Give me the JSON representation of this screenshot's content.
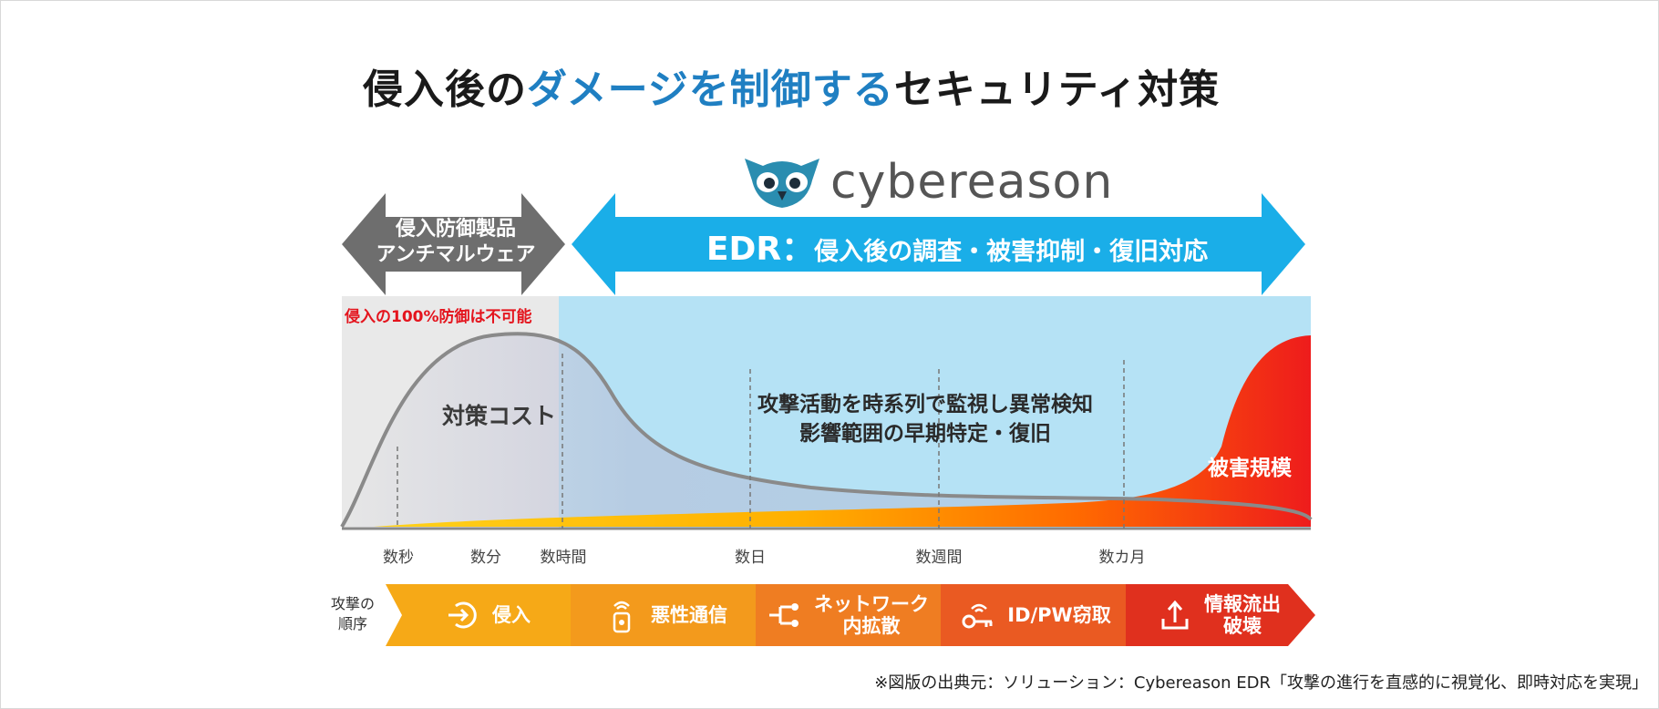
{
  "title": {
    "prefix": "侵入後の",
    "highlight": "ダメージを制御する",
    "suffix": "セキュリティ対策"
  },
  "brand": {
    "name": "cybereason",
    "logo_icon": "owl-icon"
  },
  "arrows": {
    "prevention": {
      "line1": "侵入防御製品",
      "line2": "アンチマルウェア"
    },
    "edr": {
      "main": "EDR：",
      "sub": "侵入後の調査・被害抑制・復旧対応"
    }
  },
  "chart": {
    "note": "侵入の100%防御は不可能",
    "cost_label": "対策コスト",
    "middle_line1": "攻撃活動を時系列で監視し異常検知",
    "middle_line2": "影響範囲の早期特定・復旧",
    "damage_label": "被害規模",
    "time_ticks": [
      "数秒",
      "数分",
      "数時間",
      "数日",
      "数週間",
      "数カ月"
    ]
  },
  "sequence": {
    "label_line1": "攻撃の",
    "label_line2": "順序",
    "stages": [
      {
        "icon": "intrusion-icon",
        "line1": "侵入",
        "line2": "",
        "color": "#f6a917"
      },
      {
        "icon": "malware-icon",
        "line1": "悪性通信",
        "line2": "",
        "color": "#f39a1c"
      },
      {
        "icon": "network-icon",
        "line1": "ネットワーク",
        "line2": "内拡散",
        "color": "#ef7d22"
      },
      {
        "icon": "key-icon",
        "line1": "ID/PW窃取",
        "line2": "",
        "color": "#ea5a22"
      },
      {
        "icon": "upload-icon",
        "line1": "情報流出",
        "line2": "破壊",
        "color": "#e0301e"
      }
    ]
  },
  "colors": {
    "accent_blue": "#1f7fc2",
    "arrow_blue": "#1aaee8",
    "arrow_gray": "#6e6e6e",
    "note_red": "#e4141d"
  },
  "source": "※図版の出典元：ソリューション：Cybereason EDR「攻撃の進行を直感的に視覚化、即時対応を実現」"
}
